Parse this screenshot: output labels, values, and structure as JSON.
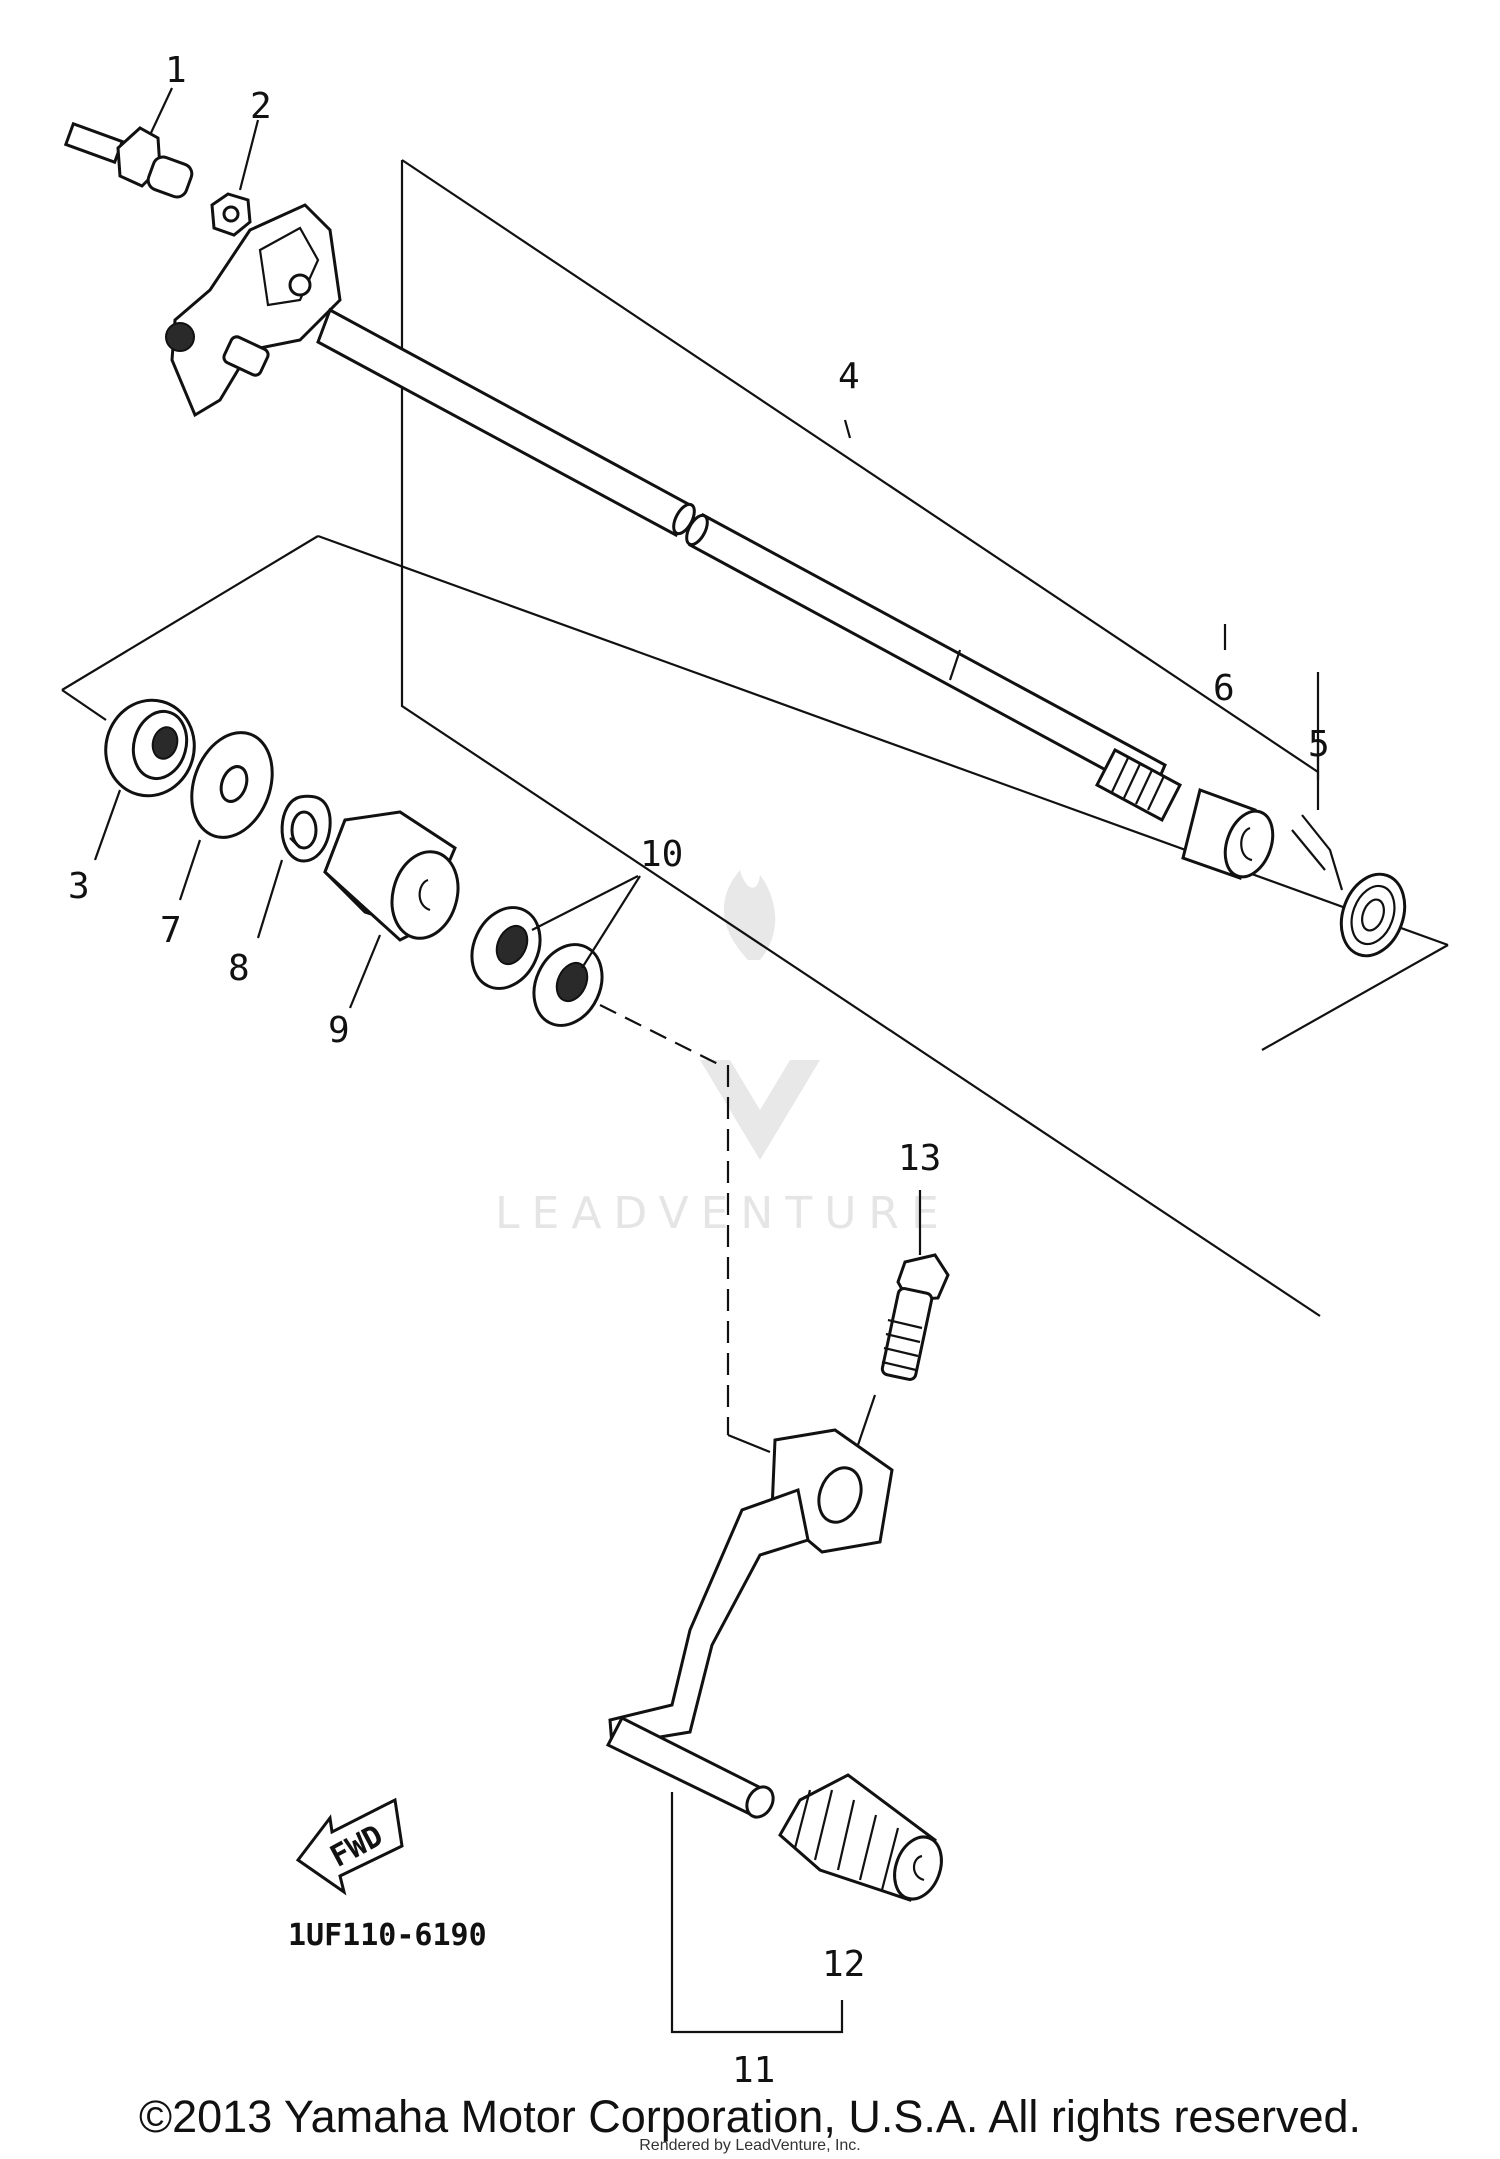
{
  "diagram": {
    "part_labels": [
      "1",
      "2",
      "3",
      "4",
      "5",
      "6",
      "7",
      "8",
      "9",
      "10",
      "11",
      "12",
      "13"
    ],
    "fwd_arrow_label": "FWD",
    "diagram_code": "1UF110-6190",
    "watermark": "LEADVENTURE",
    "copyright": "©2013 Yamaha Motor Corporation, U.S.A. All rights reserved.",
    "rendered_by": "Rendered by LeadVenture, Inc."
  },
  "colors": {
    "ink": "#111111",
    "watermark": "#e3e3e3",
    "background": "#ffffff"
  }
}
